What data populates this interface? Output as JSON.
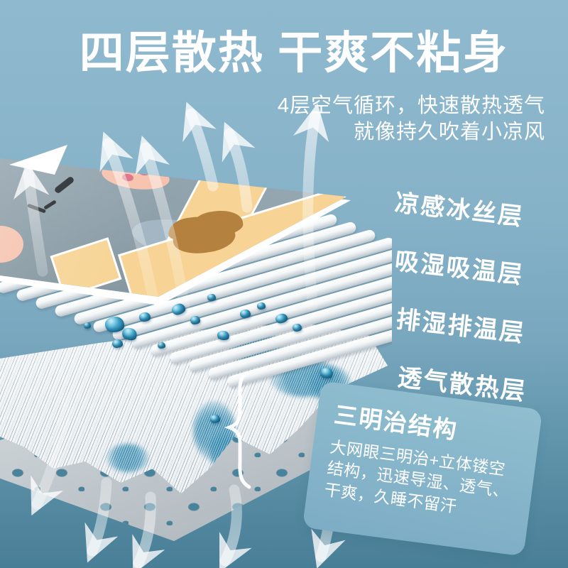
{
  "page": {
    "title": "四层散热 干爽不粘身",
    "subtitle_line1": "4层空气循环，快速散热透气",
    "subtitle_line2": "就像持久吹着小凉风"
  },
  "layers": [
    {
      "label": "凉感冰丝层"
    },
    {
      "label": "吸湿吸温层"
    },
    {
      "label": "排湿排温层"
    },
    {
      "label": "透气散热层"
    }
  ],
  "callout": {
    "title": "三明治结构",
    "body": "大网眼三明治+立体镂空结构，迅速导湿、透气、干爽，久睡不留汗"
  },
  "colors": {
    "bg_top": "#8FB9CE",
    "bg_mid": "#78A7BE",
    "bg_bottom": "#487E96",
    "text": "#FFFFFF",
    "panel_top": "#90BECF",
    "panel_bottom": "#7DADC6",
    "droplet": "#2F8FB5",
    "fabric_base": "#8FA1AB",
    "fabric_yellow": "#F7D495",
    "fabric_pink": "#F6C2AD",
    "fabric_brown": "#B5813F",
    "mesh_gray": "#BCC4C9",
    "mesh_hole": "#47839C",
    "rod_white": "#F4F7F8"
  }
}
